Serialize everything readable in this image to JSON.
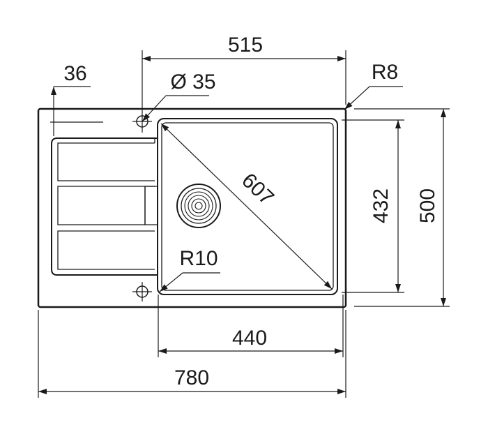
{
  "drawing": {
    "dimensions": {
      "overall_width": "780",
      "overall_depth": "500",
      "bowl_width": "440",
      "bowl_depth": "432",
      "bowl_diagonal": "607",
      "tap_hole_offset": "515",
      "drainer_offset": "36",
      "tap_hole_diameter": "Ø 35",
      "outer_corner_radius": "R8",
      "bowl_corner_radius": "R10"
    },
    "colors": {
      "line": "#1a1a1a",
      "background": "#ffffff"
    },
    "icons": [
      "tap-hole-crosshair-icon",
      "drain-strainer-icon"
    ]
  }
}
